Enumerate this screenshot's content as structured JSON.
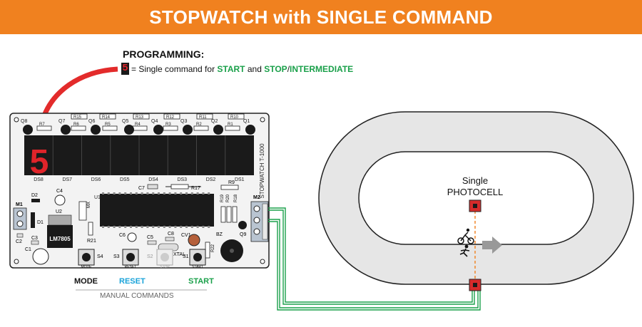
{
  "title": "STOPWATCH with SINGLE COMMAND",
  "programming": {
    "heading": "PROGRAMMING:",
    "digit": "5",
    "eq": "= Single command for",
    "start": "START",
    "and": "and",
    "stop": "STOP",
    "slash": "/",
    "intermediate": "INTERMEDIATE"
  },
  "board": {
    "transistors": [
      "Q8",
      "Q7",
      "Q6",
      "Q5",
      "Q4",
      "Q3",
      "Q2",
      "Q1"
    ],
    "resistors_top": [
      "R15",
      "R14",
      "R13",
      "R12",
      "R11",
      "R10"
    ],
    "resistors_mid": [
      "R7",
      "R6",
      "R5",
      "R4",
      "R3",
      "R2",
      "R1"
    ],
    "displays": [
      "DS8",
      "DS7",
      "DS6",
      "DS5",
      "DS4",
      "DS3",
      "DS2",
      "DS1"
    ],
    "display_digit": "5",
    "model": "STOPWATCH T-1000",
    "labels": {
      "u1": "U1",
      "u2": "U2",
      "reg": "LM7805",
      "m1": "M1",
      "m2": "M2",
      "d1": "D1",
      "d2": "D2",
      "c1": "C1",
      "c2": "C2",
      "c3": "C3",
      "c4": "C4",
      "c5": "C5",
      "c6": "C6",
      "c7": "C7",
      "c8": "C8",
      "cv1": "CV1",
      "xtal": "XTAL",
      "bz": "BZ",
      "q9": "Q9",
      "r9": "R9",
      "r17": "R17",
      "r18": "R18",
      "r19": "R19",
      "r20": "R20",
      "r21": "R21",
      "r22": "R22",
      "mx": "MX",
      "s1": "S1",
      "s2": "S2",
      "s3": "S3",
      "s4": "S4",
      "mode_pad": "MODE",
      "reset_pad": "RESET",
      "stop_pad": "STOP",
      "start_pad": "START"
    }
  },
  "commands": {
    "mode": "MODE",
    "reset": "RESET",
    "start": "START",
    "caption": "MANUAL COMMANDS"
  },
  "photocell": {
    "line1": "Single",
    "line2": "PHOTOCELL"
  },
  "colors": {
    "banner": "#f0811f",
    "green": "#1aa04a",
    "reset_blue": "#1aa3d9",
    "board": "#f3f3f3",
    "arrow_red": "#e32b2b"
  }
}
